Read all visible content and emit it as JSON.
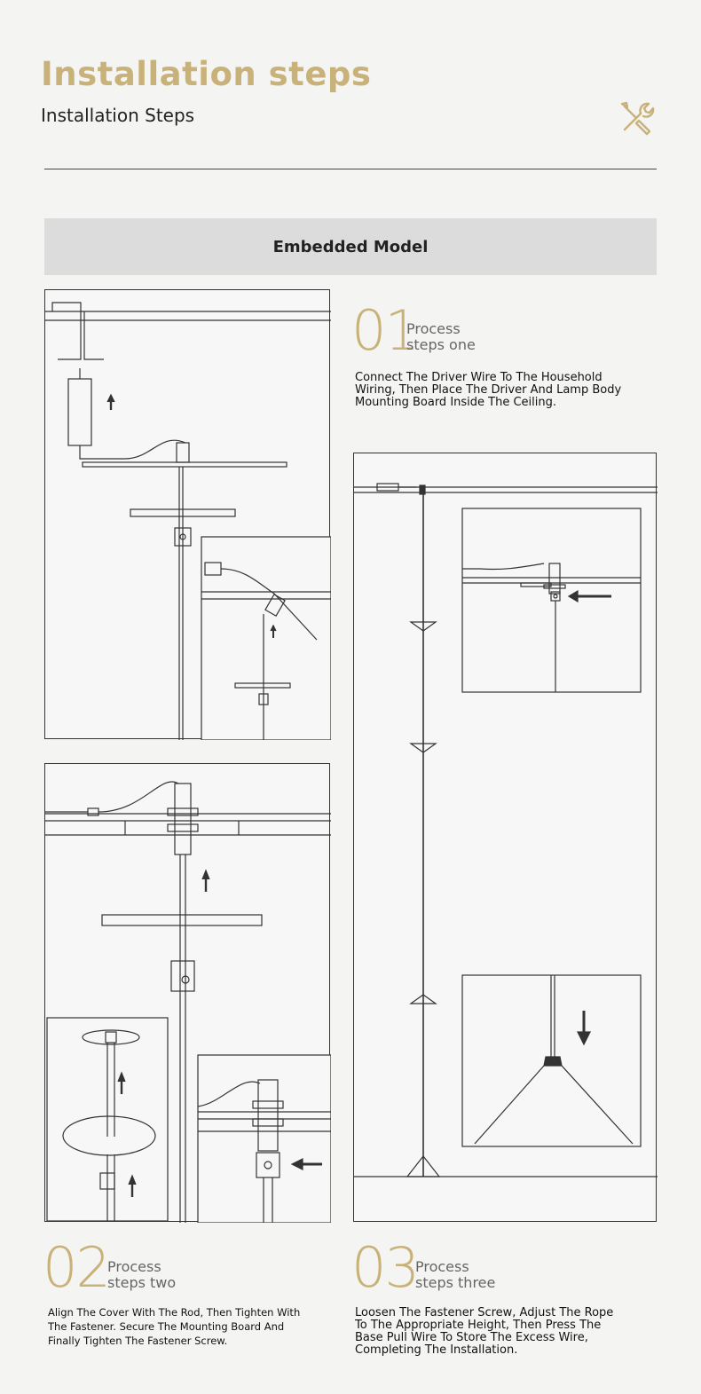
{
  "header": {
    "title": "Installation steps",
    "subtitle": "Installation Steps",
    "icon": "tools-icon",
    "accent_color": "#c9b27a"
  },
  "banner": {
    "label": "Embedded Model"
  },
  "steps": [
    {
      "number": "01",
      "label_line1": "Process",
      "label_line2": "steps one",
      "description": "Connect The Driver Wire To The Household Wiring, Then Place The Driver And Lamp Body Mounting Board Inside The Ceiling."
    },
    {
      "number": "02",
      "label_line1": "Process",
      "label_line2": "steps two",
      "description": "Align The Cover With The Rod, Then Tighten With The Fastener. Secure The Mounting Board And Finally Tighten The Fastener Screw."
    },
    {
      "number": "03",
      "label_line1": "Process",
      "label_line2": "steps three",
      "description": "Loosen The Fastener Screw, Adjust The Rope To The Appropriate Height, Then Press The Base Pull Wire To Store The Excess Wire, Completing The Installation."
    }
  ]
}
